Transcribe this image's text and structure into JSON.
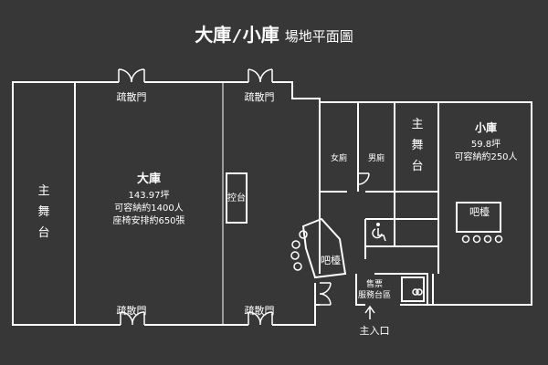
{
  "title": {
    "part1": "大庫",
    "sep": "/",
    "part2": "小庫",
    "suffix": "場地平面圖"
  },
  "rooms": {
    "main_stage_left": "主舞台",
    "big_hall": {
      "name": "大庫",
      "area": "143.97坪",
      "capacity": "可容納約1400人",
      "seating": "座椅安排約650張"
    },
    "control": "控台",
    "small_hall": {
      "name": "小庫",
      "area": "59.8坪",
      "capacity": "可容納約250人"
    },
    "main_stage_right": "主舞台",
    "womens_restroom": "女廁",
    "mens_restroom": "男廁",
    "bar_left": "吧檯",
    "bar_right": "吧檯",
    "ticket_service": "售票服務台區",
    "main_entrance": "主入口"
  },
  "exits": {
    "top_left": "疏散門",
    "top_right": "疏散門",
    "bottom_left": "疏散門",
    "bottom_right": "疏散門"
  },
  "icons": [
    "door-icon",
    "wheelchair-icon"
  ],
  "colors": {
    "background": "#373737",
    "lines": "#ffffff"
  }
}
